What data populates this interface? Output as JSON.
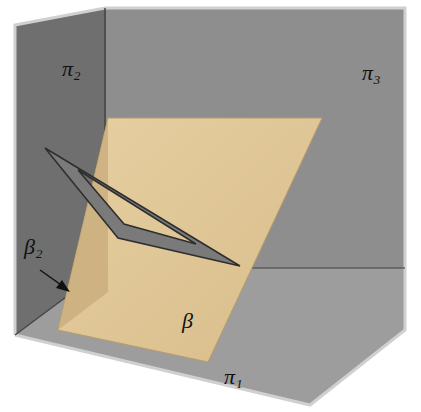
{
  "diagram": {
    "labels": [
      "π₂",
      "π₃",
      "β₂",
      "β",
      "π₁"
    ]
  }
}
